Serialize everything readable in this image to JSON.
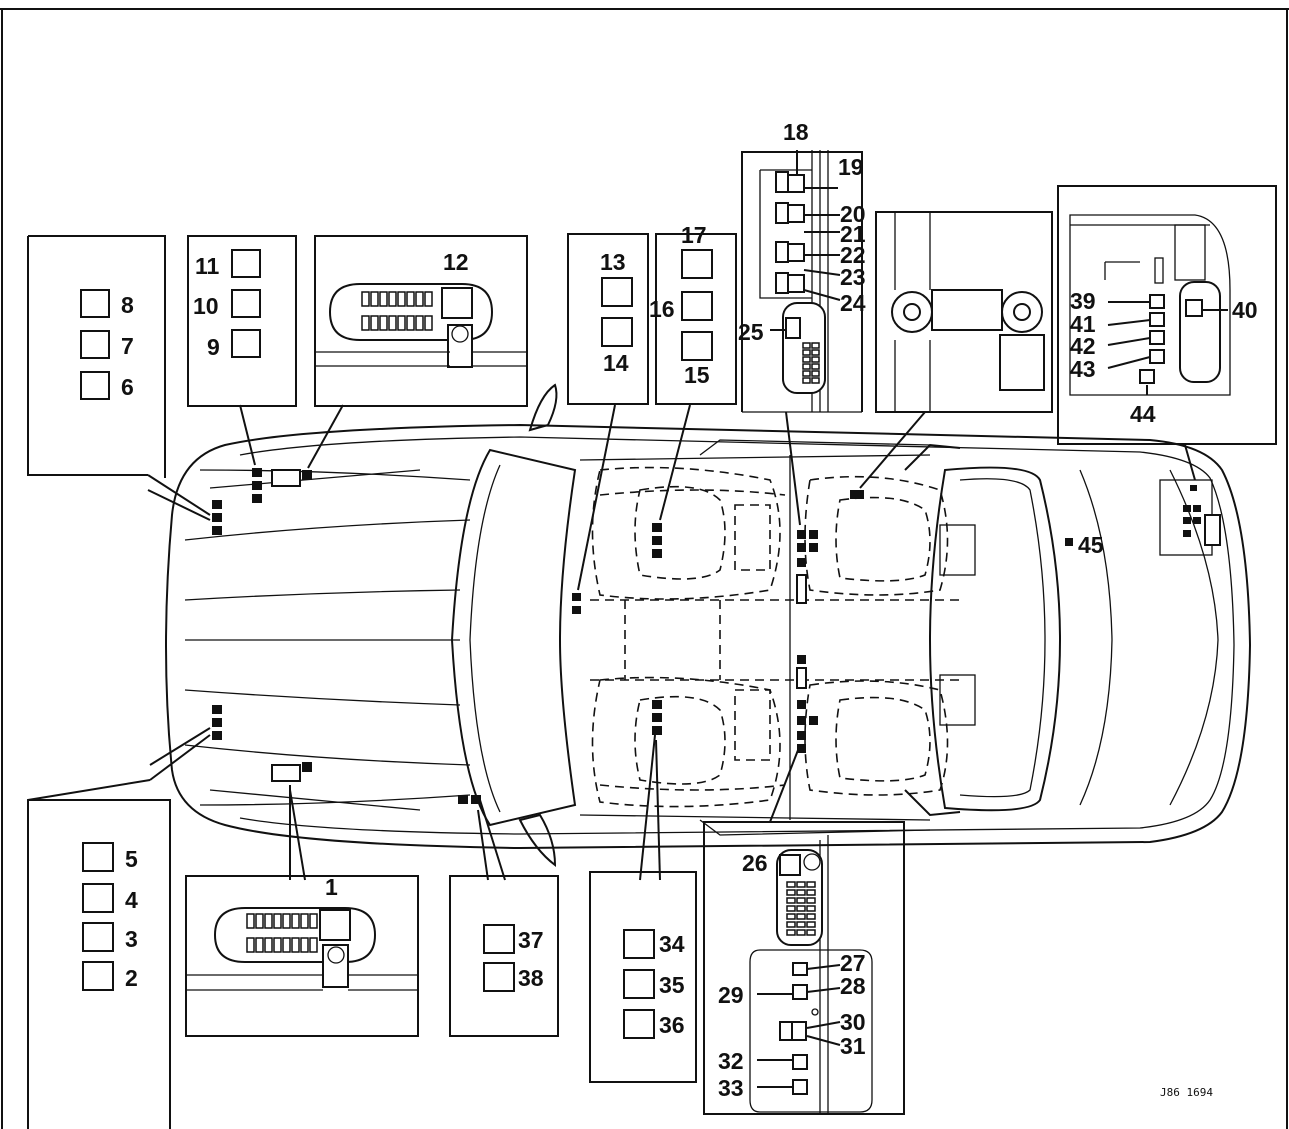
{
  "figure_ref": "J86 1694",
  "callouts": [
    "1",
    "2",
    "3",
    "4",
    "5",
    "6",
    "7",
    "8",
    "9",
    "10",
    "11",
    "12",
    "13",
    "14",
    "15",
    "16",
    "17",
    "18",
    "19",
    "20",
    "21",
    "22",
    "23",
    "24",
    "25",
    "26",
    "27",
    "28",
    "29",
    "30",
    "31",
    "32",
    "33",
    "34",
    "35",
    "36",
    "37",
    "38",
    "39",
    "40",
    "41",
    "42",
    "43",
    "44",
    "45"
  ]
}
